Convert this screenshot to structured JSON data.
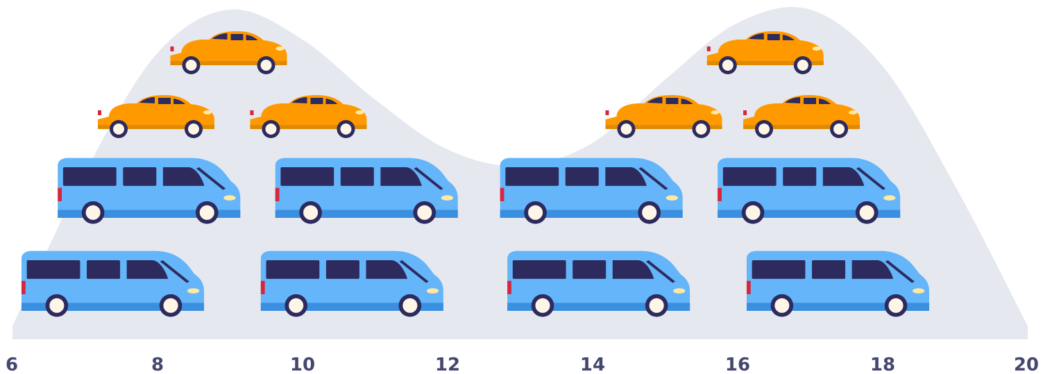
{
  "chart_data": {
    "type": "area",
    "title": "",
    "xlabel": "",
    "ylabel": "",
    "xlim": [
      6,
      20
    ],
    "x_ticks": [
      "6",
      "8",
      "10",
      "12",
      "14",
      "16",
      "18",
      "20"
    ],
    "x_tick_values": [
      6,
      8,
      10,
      12,
      14,
      16,
      18,
      20
    ],
    "grid": false,
    "legend": "none",
    "distribution": {
      "x": [
        6,
        7,
        8,
        9,
        10,
        11,
        12,
        13,
        14,
        15,
        16,
        17,
        18,
        19,
        20
      ],
      "density": [
        0.04,
        0.5,
        0.86,
        0.99,
        0.9,
        0.72,
        0.57,
        0.52,
        0.59,
        0.78,
        0.95,
        0.99,
        0.82,
        0.46,
        0.04
      ]
    },
    "series": [
      {
        "icon": "car-icon",
        "color": "#FF9900",
        "rows": [
          [
            9.0,
            16.4
          ],
          [
            8.0,
            10.1,
            15.0,
            16.9
          ]
        ]
      },
      {
        "icon": "van-icon",
        "color": "#64B5F9",
        "rows": [
          [
            7.8,
            10.8,
            13.9,
            16.9
          ],
          [
            7.3,
            10.6,
            14.0,
            17.3
          ]
        ]
      }
    ],
    "colors": {
      "area": "#E6E8EF",
      "tick_label": "#44476F",
      "car_body": "#FF9900",
      "van_body": "#64B5F9",
      "van_trim": "#3A8FE0",
      "window": "#2D2A5E",
      "wheel": "#2D2A5E",
      "hub": "#FDF5E6"
    }
  }
}
